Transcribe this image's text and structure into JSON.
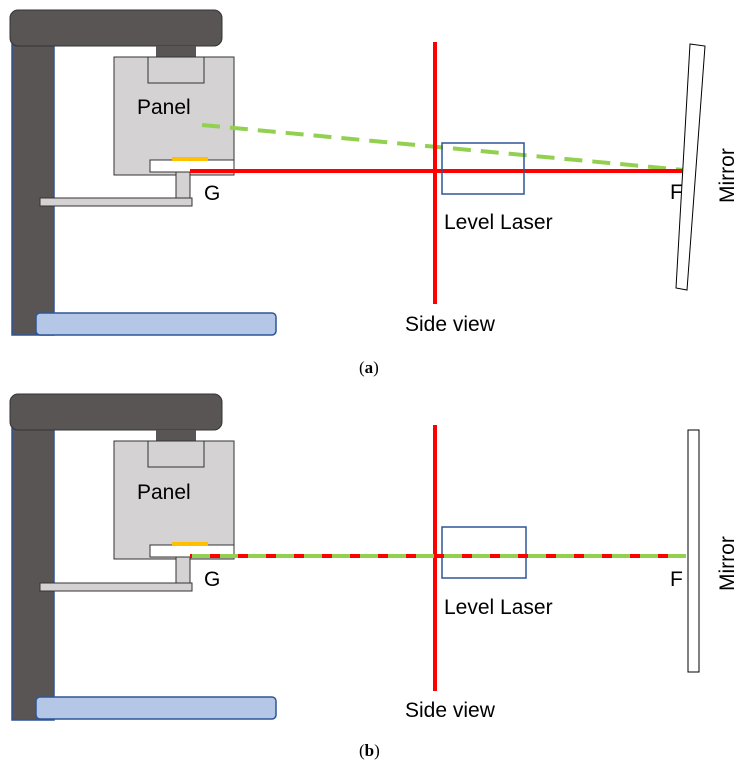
{
  "panels": [
    {
      "id": "a",
      "caption_open": "(",
      "caption_letter": "a",
      "caption_close": ")",
      "panel_label": "Panel",
      "point_g": "G",
      "point_f": "F",
      "laser_label": "Level Laser",
      "side_view_label": "Side view",
      "mirror_label": "Mirror"
    },
    {
      "id": "b",
      "caption_open": "(",
      "caption_letter": "b",
      "caption_close": ")",
      "panel_label": "Panel",
      "point_g": "G",
      "point_f": "F",
      "laser_label": "Level Laser",
      "side_view_label": "Side view",
      "mirror_label": "Mirror"
    }
  ],
  "colors": {
    "frame_dark": "#5a5555",
    "panel_gray": "#d4d2d2",
    "base_blue": "#b4c7e7",
    "laser_red": "#ff0000",
    "beam_green": "#92d050",
    "detector_orange": "#ffc000",
    "laser_box_blue": "#2f5597"
  }
}
